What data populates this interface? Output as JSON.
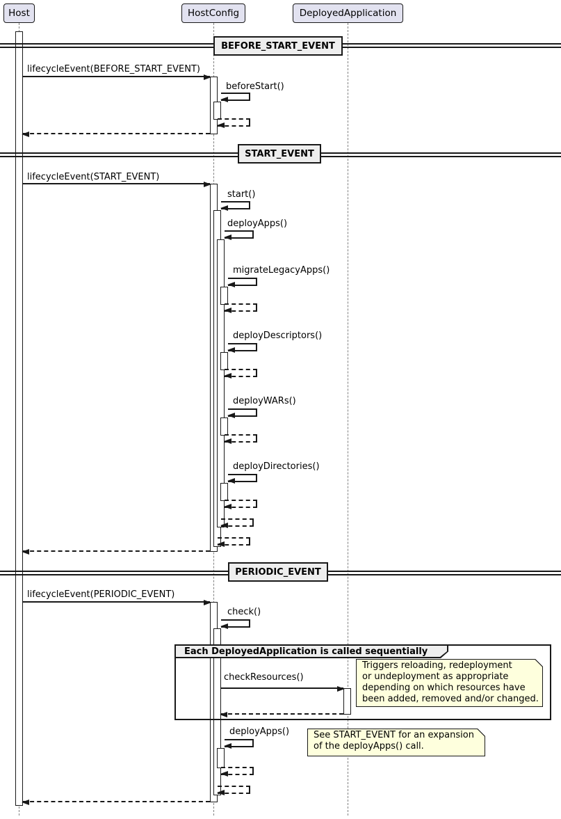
{
  "participants": [
    {
      "name": "Host"
    },
    {
      "name": "HostConfig"
    },
    {
      "name": "DeployedApplication"
    }
  ],
  "dividers": {
    "before_start": "BEFORE_START_EVENT",
    "start": "START_EVENT",
    "periodic": "PERIODIC_EVENT"
  },
  "messages": {
    "lifecycle_before_start": "lifecycleEvent(BEFORE_START_EVENT)",
    "before_start": "beforeStart()",
    "lifecycle_start": "lifecycleEvent(START_EVENT)",
    "start": "start()",
    "deploy_apps": "deployApps()",
    "migrate_legacy_apps": "migrateLegacyApps()",
    "deploy_descriptors": "deployDescriptors()",
    "deploy_wars": "deployWARs()",
    "deploy_directories": "deployDirectories()",
    "lifecycle_periodic": "lifecycleEvent(PERIODIC_EVENT)",
    "check": "check()",
    "check_resources": "checkResources()",
    "deploy_apps_periodic": "deployApps()"
  },
  "group": {
    "label": "Each DeployedApplication is called sequentially"
  },
  "notes": {
    "check_resources_note": "Triggers reloading, redeployment\nor undeployment as appropriate\ndepending on which resources have\nbeen added, removed and/or changed.",
    "deploy_apps_note": "See START_EVENT for an expansion\nof the deployApps() call."
  },
  "colors": {
    "participant_fill": "#E2E2F0",
    "divider_fill": "#EEEEEE",
    "note_fill": "#FEFFDD",
    "line": "#181818",
    "lifeline": "#808080",
    "background": "#FFFFFF"
  }
}
